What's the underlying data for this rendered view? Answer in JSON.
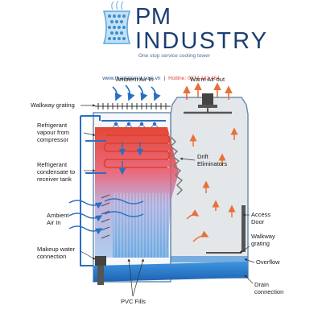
{
  "brand": {
    "name_line1": "PM",
    "name_line2": "INDUSTRY",
    "tagline": "One stop service cooling tower",
    "website": "www.thaplammat.com.vn",
    "separator": "|",
    "hotline": "Hotline: 0974 182 464"
  },
  "labels": {
    "ambient_air_in_top": "Ambient Air In",
    "warm_air_out": "Warm Air out",
    "walkway_grating_top": "Walkway grating",
    "refrigerant_vapour": [
      "Refrigerant",
      "vapour from",
      "compressor"
    ],
    "refrigerant_condensate": [
      "Refrigerant",
      "condensate to",
      "receiver tank"
    ],
    "drift_eliminators": [
      "Drift",
      "Eliminators"
    ],
    "ambient_air_in_side": [
      "Ambient",
      "Air In"
    ],
    "access_door": [
      "Access",
      "Door"
    ],
    "walkway_grating_right": [
      "Walkway",
      "grating"
    ],
    "makeup_water": [
      "Makeup water",
      "connection"
    ],
    "overflow": "Overflow",
    "drain_connection": [
      "Drain",
      "connection"
    ],
    "pvc_fills": "PVC Fills"
  },
  "colors": {
    "brand_blue": "#1b3f73",
    "hotline_red": "#e0443b",
    "tower_outline": "#6f8fb0",
    "water_blue": "#2f86d6",
    "pipe_blue": "#2a6fc1",
    "coil_red": "#e23d2b",
    "arrow_orange": "#e8703a",
    "tower_interior": "#e4e7ea"
  },
  "icons": [
    "cooling-tower-logo-icon",
    "fan-icon",
    "pump-icon",
    "spray-nozzle-icon"
  ]
}
